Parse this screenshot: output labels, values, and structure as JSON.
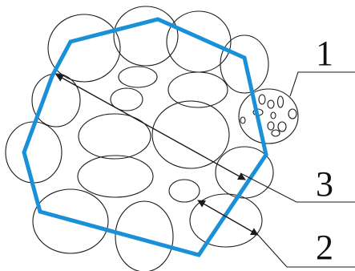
{
  "diagram": {
    "labels": [
      "1",
      "3",
      "2"
    ],
    "colors": {
      "outline": "#1a1a1a",
      "polygon": "#1a90d8",
      "arrow": "#1a1a1a",
      "label": "#111111"
    }
  }
}
